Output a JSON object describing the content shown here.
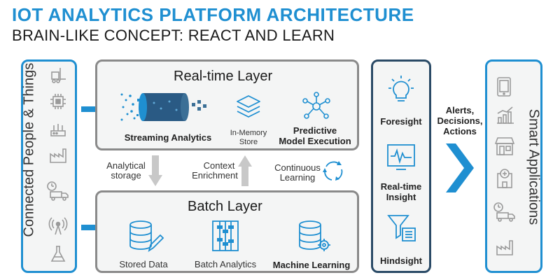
{
  "header": {
    "title": "IOT ANALYTICS PLATFORM ARCHITECTURE",
    "subtitle": "BRAIN-LIKE CONCEPT: REACT AND LEARN"
  },
  "left_panel": {
    "label": "Connected People & Things",
    "icons": [
      "forklift-icon",
      "chip-icon",
      "router-icon",
      "factory-icon",
      "truck-clock-icon",
      "tower-icon",
      "flask-icon"
    ]
  },
  "realtime_layer": {
    "title": "Real-time Layer",
    "items": [
      {
        "label": "Streaming Analytics",
        "icon": "stream-cylinder-icon"
      },
      {
        "label_line1": "In-Memory",
        "label_line2": "Store",
        "icon": "stack-layers-icon"
      },
      {
        "label_line1": "Predictive",
        "label_line2": "Model Execution",
        "icon": "network-graph-icon"
      }
    ]
  },
  "middle": {
    "analytical_storage_1": "Analytical",
    "analytical_storage_2": "storage",
    "context_enrichment_1": "Context",
    "context_enrichment_2": "Enrichment",
    "continuous_learning_1": "Continuous",
    "continuous_learning_2": "Learning"
  },
  "batch_layer": {
    "title": "Batch Layer",
    "items": [
      {
        "label": "Stored Data",
        "icon": "database-pencil-icon"
      },
      {
        "label": "Batch Analytics",
        "icon": "abacus-icon"
      },
      {
        "label": "Machine Learning",
        "icon": "database-gear-icon"
      }
    ]
  },
  "insight_panel": {
    "foresight": "Foresight",
    "realtime_1": "Real-time",
    "realtime_2": "Insight",
    "hindsight": "Hindsight"
  },
  "actions": {
    "line1": "Alerts,",
    "line2": "Decisions,",
    "line3": "Actions"
  },
  "right_panel": {
    "label": "Smart Applications",
    "icons": [
      "tablet-icon",
      "bar-chart-icon",
      "store-icon",
      "hospital-icon",
      "truck-clock-icon",
      "factory-icon"
    ]
  },
  "colors": {
    "accent": "#1f8fd1",
    "gray_border": "#8a8a8a",
    "dark_border": "#2a4a66",
    "panel_bg": "#f4f5f5"
  }
}
